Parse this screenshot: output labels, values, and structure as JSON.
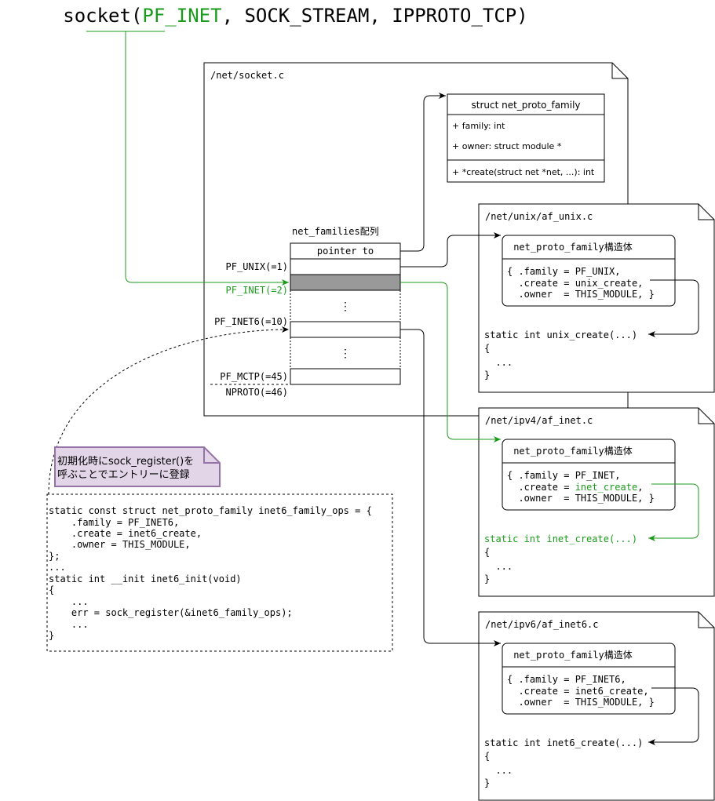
{
  "title": {
    "prefix": "socket(",
    "highlight": "PF_INET",
    "suffix": ", SOCK_STREAM, IPPROTO_TCP)"
  },
  "colors": {
    "highlight": "#1a9a1a",
    "note_fill": "#e1d5e7",
    "note_border": "#9673a6",
    "cell_fill": "#999999"
  },
  "socket_file": {
    "path": "/net/socket.c",
    "array_label": "net_families配列",
    "array_header": "pointer to",
    "dots": "⋮",
    "rows": {
      "pf_unix": "PF_UNIX(=1)",
      "pf_inet": "PF_INET(=2)",
      "pf_inet6": "PF_INET6(=10)",
      "pf_mctp": "PF_MCTP(=45)",
      "nproto": "NPROTO(=46)"
    }
  },
  "struct_class": {
    "name": "struct net_proto_family",
    "attr1": "+ family: int",
    "attr2": "+ owner: struct module *",
    "method": "+ *create(struct net *net, ...): int"
  },
  "unix_file": {
    "path": "/net/unix/af_unix.c",
    "struct_title": "net_proto_family構造体",
    "line1": "{ .family = PF_UNIX,",
    "line2": "  .create = unix_create,",
    "line3": "  .owner  = THIS_MODULE, }",
    "func": "static int unix_create(...)",
    "b1": "{",
    "b2": "  ...",
    "b3": "}"
  },
  "inet_file": {
    "path": "/net/ipv4/af_inet.c",
    "struct_title": "net_proto_family構造体",
    "line1": "{ .family = PF_INET,",
    "line2a": "  .create = ",
    "line2b": "inet_create",
    "line2c": ",",
    "line3": "  .owner  = THIS_MODULE, }",
    "func": "static int inet_create(...)",
    "b1": "{",
    "b2": "  ...",
    "b3": "}"
  },
  "inet6_file": {
    "path": "/net/ipv6/af_inet6.c",
    "struct_title": "net_proto_family構造体",
    "line1": "{ .family = PF_INET6,",
    "line2": "  .create = inet6_create,",
    "line3": "  .owner  = THIS_MODULE, }",
    "func": "static int inet6_create(...)",
    "b1": "{",
    "b2": "  ...",
    "b3": "}"
  },
  "note": {
    "line1": "初期化時にsock_register()を",
    "line2": "呼ぶことでエントリーに登録"
  },
  "code_block": {
    "l1": "static const struct net_proto_family inet6_family_ops = {",
    "l2": "    .family = PF_INET6,",
    "l3": "    .create = inet6_create,",
    "l4": "    .owner = THIS_MODULE,",
    "l5": "};",
    "l6": "...",
    "l7": "static int __init inet6_init(void)",
    "l8": "{",
    "l9": "    ...",
    "l10": "    err = sock_register(&inet6_family_ops);",
    "l11": "    ...",
    "l12": "}"
  }
}
